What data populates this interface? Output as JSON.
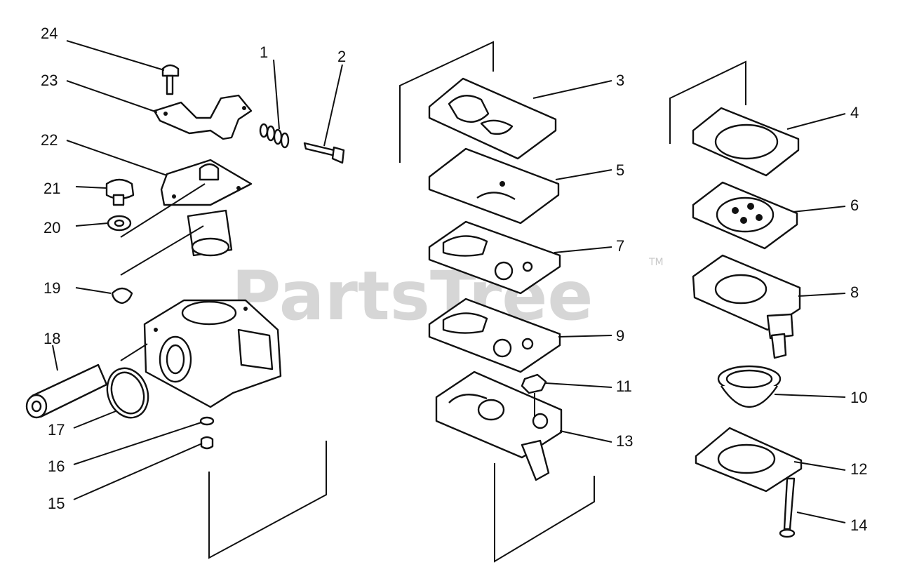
{
  "watermark": {
    "text": "PartsTree",
    "trademark": "TM"
  },
  "callouts": [
    {
      "id": "c1",
      "label": "1"
    },
    {
      "id": "c2",
      "label": "2"
    },
    {
      "id": "c3",
      "label": "3"
    },
    {
      "id": "c4",
      "label": "4"
    },
    {
      "id": "c5",
      "label": "5"
    },
    {
      "id": "c6",
      "label": "6"
    },
    {
      "id": "c7",
      "label": "7"
    },
    {
      "id": "c8",
      "label": "8"
    },
    {
      "id": "c9",
      "label": "9"
    },
    {
      "id": "c10",
      "label": "10"
    },
    {
      "id": "c11",
      "label": "11"
    },
    {
      "id": "c12",
      "label": "12"
    },
    {
      "id": "c13",
      "label": "13"
    },
    {
      "id": "c14",
      "label": "14"
    },
    {
      "id": "c15",
      "label": "15"
    },
    {
      "id": "c16",
      "label": "16"
    },
    {
      "id": "c17",
      "label": "17"
    },
    {
      "id": "c18",
      "label": "18"
    },
    {
      "id": "c19",
      "label": "19"
    },
    {
      "id": "c20",
      "label": "20"
    },
    {
      "id": "c21",
      "label": "21"
    },
    {
      "id": "c22",
      "label": "22"
    },
    {
      "id": "c23",
      "label": "23"
    },
    {
      "id": "c24",
      "label": "24"
    }
  ]
}
